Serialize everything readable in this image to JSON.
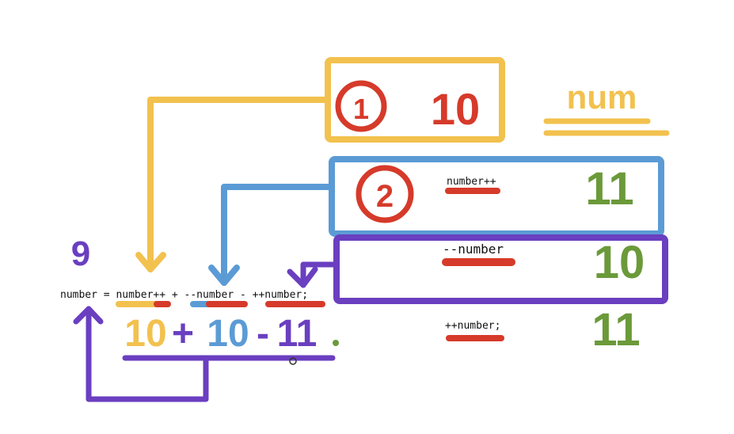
{
  "expression": {
    "text": "number = number++ + --number - ++number;"
  },
  "steps": [
    {
      "label": "number++",
      "step": "2",
      "value": "11"
    },
    {
      "label": "--number",
      "value": "10"
    },
    {
      "label": "++number;",
      "value": "11"
    }
  ],
  "first_box": {
    "step": "1",
    "value": "10"
  },
  "num_label": "num",
  "evaluation": {
    "sum_parts": [
      "10",
      "+",
      "10",
      "-",
      "11"
    ],
    "result": "9"
  },
  "colors": {
    "yellow": "#F2C14E",
    "blue": "#5B9BD5",
    "purple": "#6A3FC0",
    "red": "#D63A2A",
    "green": "#6B9A3A"
  }
}
